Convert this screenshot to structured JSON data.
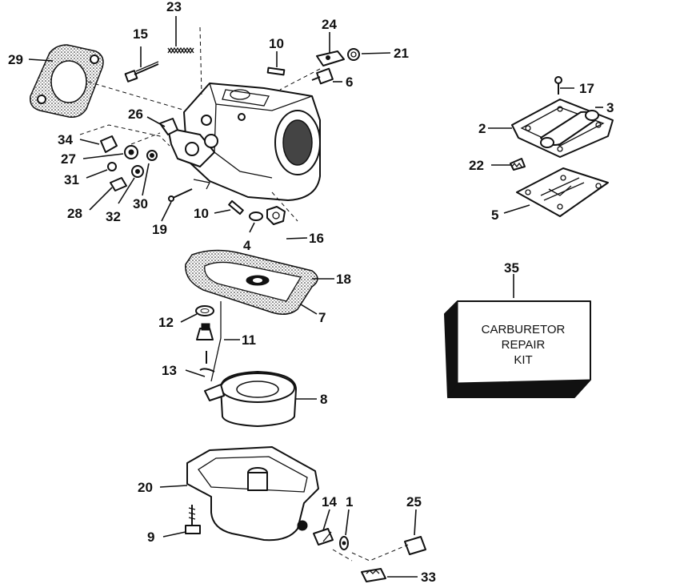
{
  "callouts": {
    "c1": "1",
    "c2": "2",
    "c3": "3",
    "c4": "4",
    "c5": "5",
    "c6": "6",
    "c7": "7",
    "c8": "8",
    "c9": "9",
    "c10a": "10",
    "c10b": "10",
    "c11": "11",
    "c12": "12",
    "c13": "13",
    "c14": "14",
    "c15": "15",
    "c16": "16",
    "c17": "17",
    "c18": "18",
    "c19": "19",
    "c20": "20",
    "c21": "21",
    "c22": "22",
    "c23": "23",
    "c24": "24",
    "c25": "25",
    "c26": "26",
    "c27": "27",
    "c28": "28",
    "c29": "29",
    "c30": "30",
    "c31": "31",
    "c32": "32",
    "c33": "33",
    "c34": "34",
    "c35": "35"
  },
  "kit_box": {
    "line1": "CARBURETOR",
    "line2": "REPAIR",
    "line3": "KIT"
  }
}
